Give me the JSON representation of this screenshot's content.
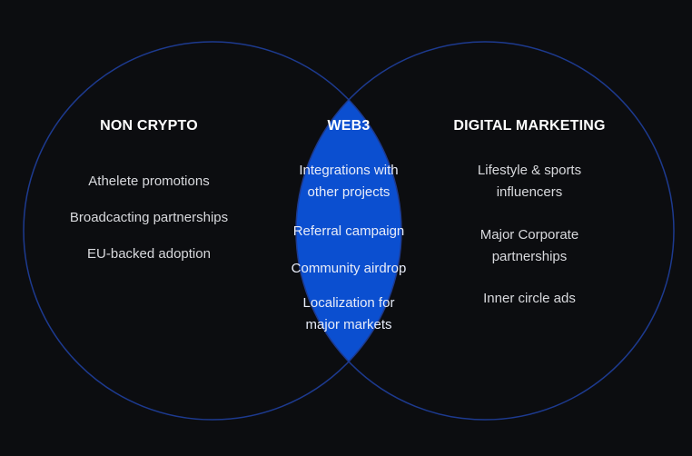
{
  "colors": {
    "background": "#0c0d10",
    "circle_stroke": "#1d3a8f",
    "intersection_fill": "#0b4fd0",
    "text": "#d8d9dd",
    "heading": "#ffffff"
  },
  "left": {
    "title": "NON CRYPTO",
    "items": [
      "Athelete promotions",
      "Broadcacting partnerships",
      "EU-backed adoption"
    ]
  },
  "center": {
    "title": "WEB3",
    "items": [
      [
        "Integrations with",
        "other projects"
      ],
      [
        "Referral campaign"
      ],
      [
        "Community airdrop"
      ],
      [
        "Localization for",
        "major markets"
      ]
    ]
  },
  "right": {
    "title": "DIGITAL MARKETING",
    "items": [
      [
        "Lifestyle & sports",
        "influencers"
      ],
      [
        "Major Corporate",
        "partnerships"
      ],
      [
        "Inner circle ads"
      ]
    ]
  }
}
